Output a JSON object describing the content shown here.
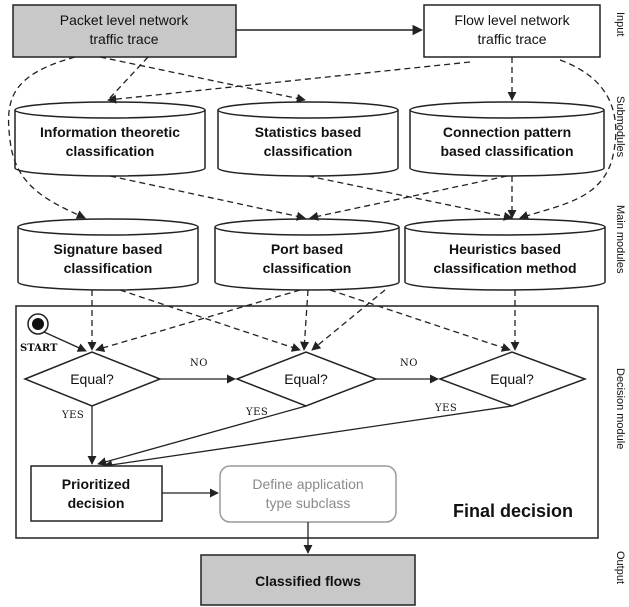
{
  "colors": {
    "input_fill": "#c8c8c8",
    "output_fill": "#c8c8c8",
    "line": "#222222",
    "gray_text": "#8a8a8a"
  },
  "input": {
    "packet_trace": [
      "Packet level network",
      "traffic trace"
    ],
    "flow_trace": [
      "Flow level network",
      "traffic trace"
    ]
  },
  "submodules": {
    "information": [
      "Information theoretic",
      "classification"
    ],
    "statistics": [
      "Statistics based",
      "classification"
    ],
    "connection": [
      "Connection pattern",
      "based classification"
    ]
  },
  "main_modules": {
    "signature": [
      "Signature based",
      "classification"
    ],
    "port": [
      "Port based",
      "classification"
    ],
    "heuristics": [
      "Heuristics based",
      "classification method"
    ]
  },
  "decision": {
    "start_label": "START",
    "equal_1": "Equal?",
    "equal_2": "Equal?",
    "equal_3": "Equal?",
    "no_1": "NO",
    "no_2": "NO",
    "yes_1": "YES",
    "yes_2": "YES",
    "yes_3": "YES",
    "prioritized": [
      "Prioritized",
      "decision"
    ],
    "define_subclass": [
      "Define application",
      "type subclass"
    ],
    "final_decision": "Final decision"
  },
  "output": {
    "classified_flows": "Classified flows"
  },
  "side_labels": {
    "input": "Input",
    "submodules": "Submodules",
    "main_modules": "Main modules",
    "decision_module": "Decision module",
    "output": "Output"
  }
}
